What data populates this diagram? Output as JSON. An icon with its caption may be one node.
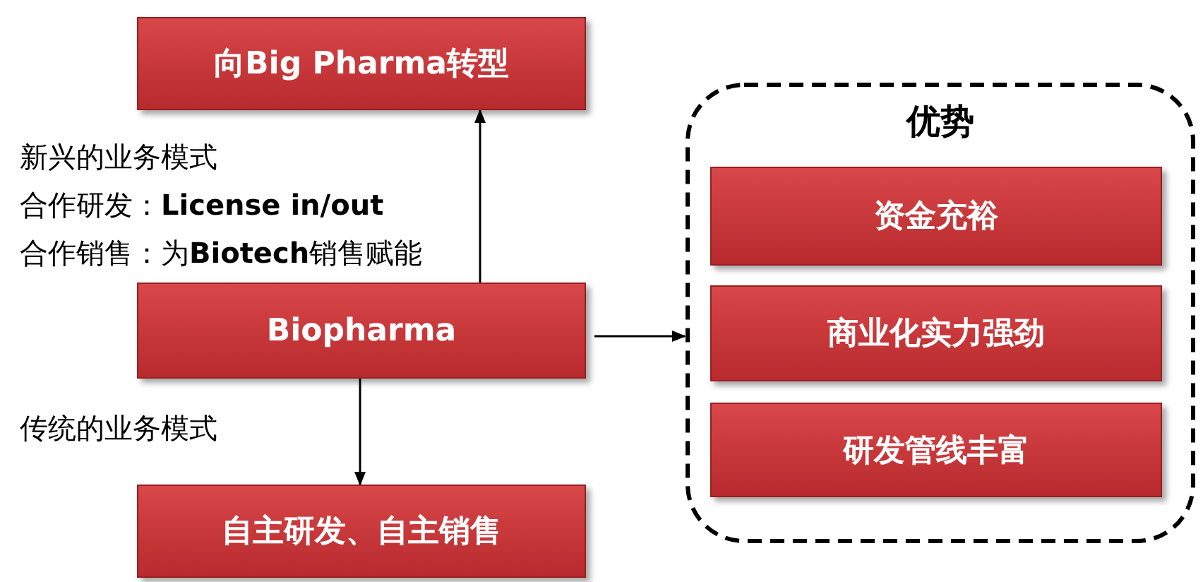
{
  "diagram": {
    "nodes": [
      {
        "text": [
          "向Big Pharma转型"
        ]
      },
      {
        "text": [
          "Biopharma"
        ]
      },
      {
        "text": [
          "自主研发、自主销售"
        ]
      },
      {
        "text": [
          "优势"
        ]
      },
      {
        "text": [
          "资金充裕"
        ],
        "in": 3
      },
      {
        "text": [
          "商业化实力强劲"
        ],
        "in": 3
      },
      {
        "text": [
          "研发管线丰富"
        ],
        "in": 3
      }
    ],
    "edges": [
      {
        "from": 1,
        "to": 0,
        "arrow": "to"
      },
      {
        "from": 1,
        "to": 2,
        "arrow": "to"
      },
      {
        "from": 1,
        "to": 3,
        "arrow": "to"
      }
    ],
    "labels": [
      "新兴的业务模式",
      "合作研发：**License in/out**",
      "合作销售：为**Biotech**销售赋能",
      "传统的业务模式"
    ]
  }
}
